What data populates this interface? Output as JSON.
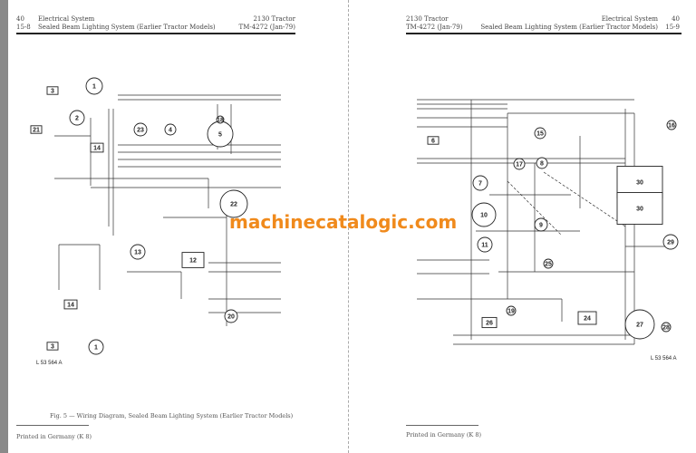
{
  "left_page": {
    "page_number": "40",
    "section": "15-8",
    "section_title": "Electrical System",
    "subtitle": "Sealed Beam Lighting System (Earlier Tractor Models)",
    "model": "2130 Tractor",
    "manual": "TM-4272 (Jan-79)",
    "caption": "Fig. 5 — Wiring Diagram, Sealed Beam Lighting System (Earlier Tractor Models)",
    "footer": "Printed in Germany (K 8)",
    "figure_code": "L 53 564 A",
    "components": [
      "1",
      "2",
      "3",
      "4",
      "5",
      "12",
      "13",
      "14",
      "18",
      "20",
      "21",
      "22",
      "23",
      "1",
      "3",
      "14"
    ]
  },
  "right_page": {
    "page_number": "40",
    "section": "15-9",
    "section_title": "Electrical System",
    "subtitle": "Sealed Beam Lighting System (Earlier Tractor Models)",
    "model": "2130 Tractor",
    "manual": "TM-4272 (Jan-79)",
    "footer": "Printed in Germany (K 8)",
    "figure_code": "L 53 564 A",
    "components": [
      "6",
      "7",
      "8",
      "9",
      "10",
      "11",
      "15",
      "16",
      "17",
      "19",
      "24",
      "25",
      "26",
      "27",
      "28",
      "29",
      "30",
      "30"
    ]
  },
  "watermark": "machinecatalogic.com"
}
